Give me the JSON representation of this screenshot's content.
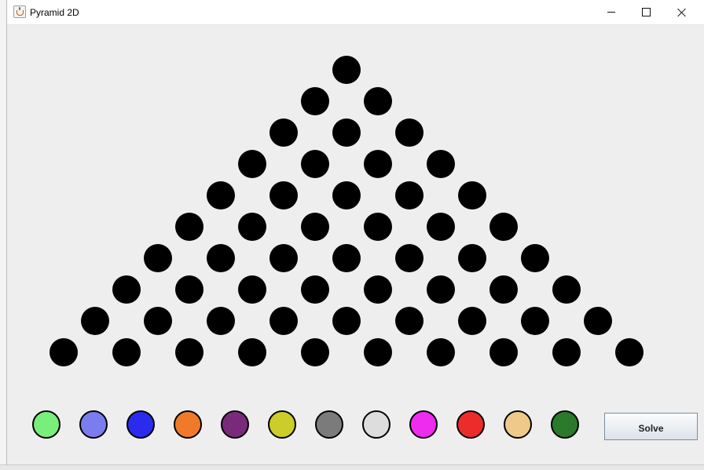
{
  "window": {
    "title": "Pyramid 2D",
    "icon": "java-cup-icon",
    "controls": [
      "minimize-icon",
      "maximize-icon",
      "close-icon"
    ]
  },
  "pyramid": {
    "rows": 10,
    "ball_color": "#000000",
    "background": "#eeeeee"
  },
  "palette": [
    {
      "name": "light-green",
      "color": "#7aee7a"
    },
    {
      "name": "light-blue",
      "color": "#7b7cee"
    },
    {
      "name": "blue",
      "color": "#2b2bee"
    },
    {
      "name": "orange",
      "color": "#f07a2a"
    },
    {
      "name": "purple",
      "color": "#7a2a7a"
    },
    {
      "name": "olive-yellow",
      "color": "#cccc2b"
    },
    {
      "name": "gray",
      "color": "#7b7b7b"
    },
    {
      "name": "light-gray",
      "color": "#dddddd"
    },
    {
      "name": "magenta",
      "color": "#ee2bee"
    },
    {
      "name": "red",
      "color": "#ee2b2b"
    },
    {
      "name": "tan",
      "color": "#eec98a"
    },
    {
      "name": "dark-green",
      "color": "#2b7a2b"
    }
  ],
  "actions": {
    "solve_label": "Solve"
  }
}
